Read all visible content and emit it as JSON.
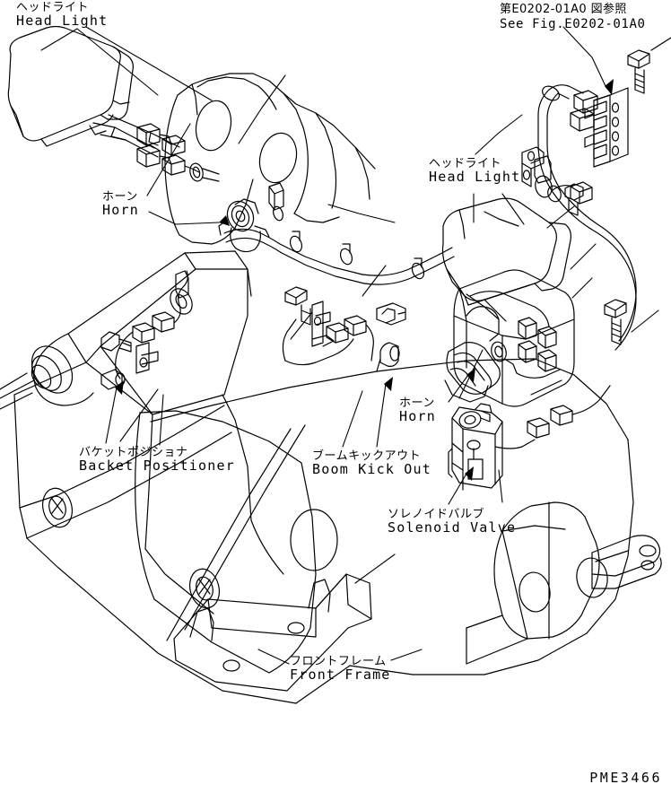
{
  "document": {
    "page_code": "PME3466",
    "type": "parts-illustration"
  },
  "reference_note": {
    "name": "see-figure-reference",
    "jp": "第E0202-01A0 図参照",
    "en": "See Fig.E0202-01A0"
  },
  "callouts": [
    {
      "id": "head-light-left",
      "jp": "ヘッドライト",
      "en": "Head Light"
    },
    {
      "id": "head-light-right",
      "jp": "ヘッドライト",
      "en": "Head Light"
    },
    {
      "id": "horn-left",
      "jp": "ホーン",
      "en": "Horn"
    },
    {
      "id": "horn-right",
      "jp": "ホーン",
      "en": "Horn"
    },
    {
      "id": "backet-positioner",
      "jp": "バケットポジショナ",
      "en": "Backet Positioner"
    },
    {
      "id": "boom-kick-out",
      "jp": "ブームキックアウト",
      "en": "Boom Kick Out"
    },
    {
      "id": "solenoid-valve",
      "jp": "ソレノイドバルブ",
      "en": "Solenoid Valve"
    },
    {
      "id": "front-frame",
      "jp": "フロントフレーム",
      "en": "Front Frame"
    }
  ],
  "colors": {
    "line": "#000000",
    "background": "#ffffff"
  }
}
